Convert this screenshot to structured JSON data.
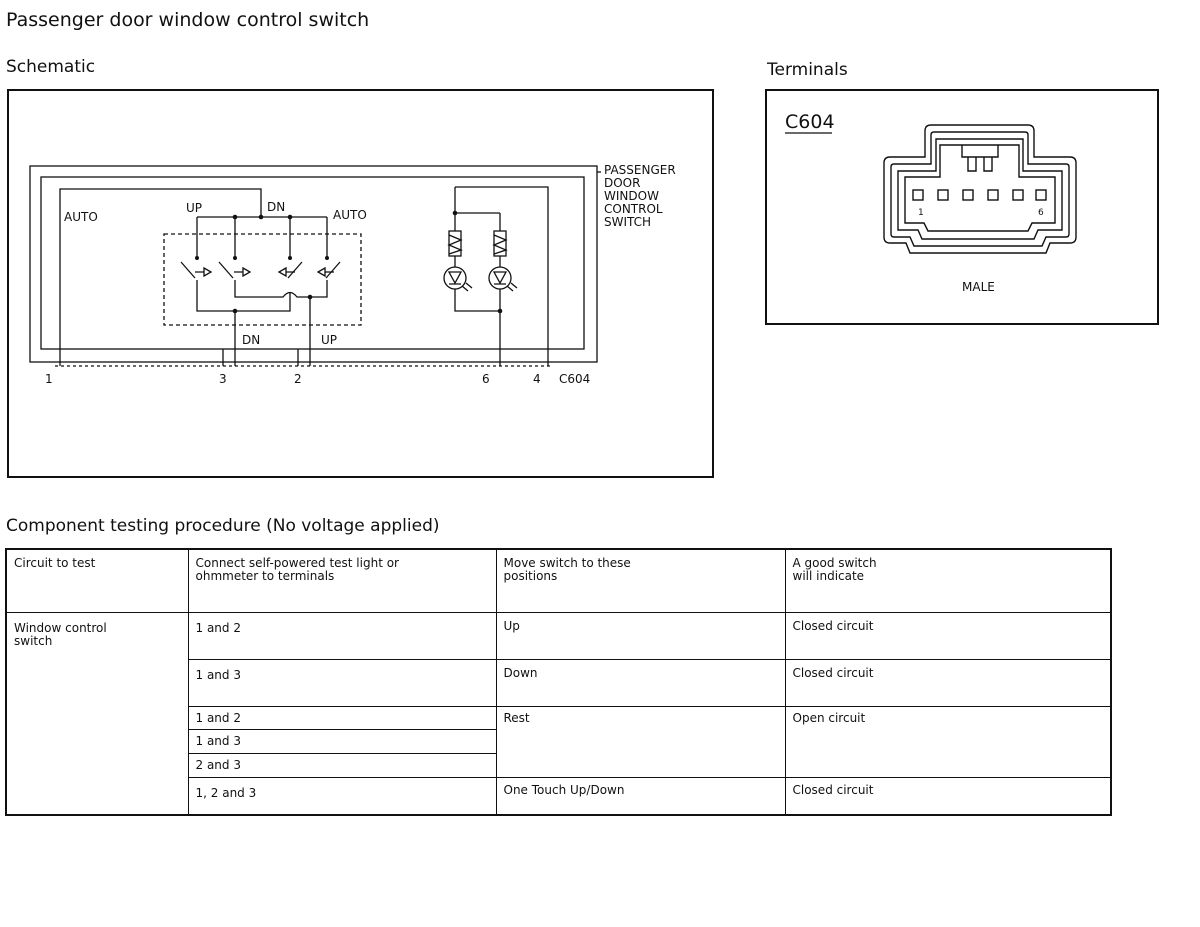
{
  "page": {
    "title": "Passenger door window control switch",
    "schematic_heading": "Schematic",
    "terminals_heading": "Terminals",
    "procedure_heading": "Component testing procedure (No voltage applied)"
  },
  "schematic": {
    "switch_name": [
      "PASSENGER",
      "DOOR",
      "WINDOW",
      "CONTROL",
      "SWITCH"
    ],
    "labels": {
      "auto_left": "AUTO",
      "auto_right": "AUTO",
      "up_top": "UP",
      "dn_top": "DN",
      "dn_bottom": "DN",
      "up_bottom": "UP"
    },
    "pins": [
      "1",
      "3",
      "2",
      "6",
      "4"
    ],
    "connector": "C604"
  },
  "terminals": {
    "connector": "C604",
    "pin_first": "1",
    "pin_last": "6",
    "gender": "MALE"
  },
  "procedure_table": {
    "headers": [
      "Circuit to test",
      "Connect self-powered test light or\nohmmeter to terminals",
      "Move switch to these\npositions",
      "A good switch\nwill indicate"
    ],
    "circuit": "Window control\nswitch",
    "rows": [
      {
        "terminals": "1 and 2",
        "position": "Up",
        "result": "Closed circuit"
      },
      {
        "terminals": "1 and 3",
        "position": "Down",
        "result": "Closed circuit"
      },
      {
        "terminals": "1 and 2",
        "position": "Rest",
        "result": "Open circuit"
      },
      {
        "terminals": "1 and 3"
      },
      {
        "terminals": "2 and 3"
      },
      {
        "terminals": "1, 2 and 3",
        "position": "One Touch Up/Down",
        "result": "Closed circuit"
      }
    ]
  }
}
